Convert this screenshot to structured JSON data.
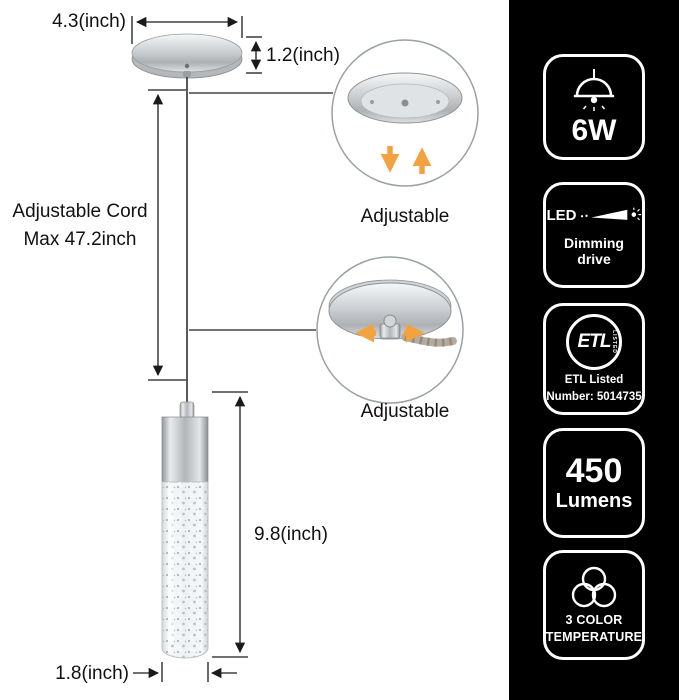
{
  "colors": {
    "accent_orange": "#F2A340",
    "panel_bg": "#000000",
    "line": "#1A1A1A"
  },
  "diagram": {
    "canopy_width": "4.3(inch)",
    "canopy_height": "1.2(inch)",
    "cord_line1": "Adjustable Cord",
    "cord_line2": "Max 47.2inch",
    "adjustable_top": "Adjustable",
    "adjustable_mid": "Adjustable",
    "pendant_height": "9.8(inch)",
    "pendant_width": "1.8(inch)"
  },
  "panel": {
    "wattage": "6W",
    "led": "LED",
    "dimming": "Dimming drive",
    "etl_logo": "ETL",
    "etl_listed_vertical": "LISTED",
    "etl_line1": "ETL Listed",
    "etl_line2": "Number: 5014735",
    "lumens_value": "450",
    "lumens_unit": "Lumens",
    "color_line1": "3 COLOR",
    "color_line2": "TEMPERATURE"
  }
}
